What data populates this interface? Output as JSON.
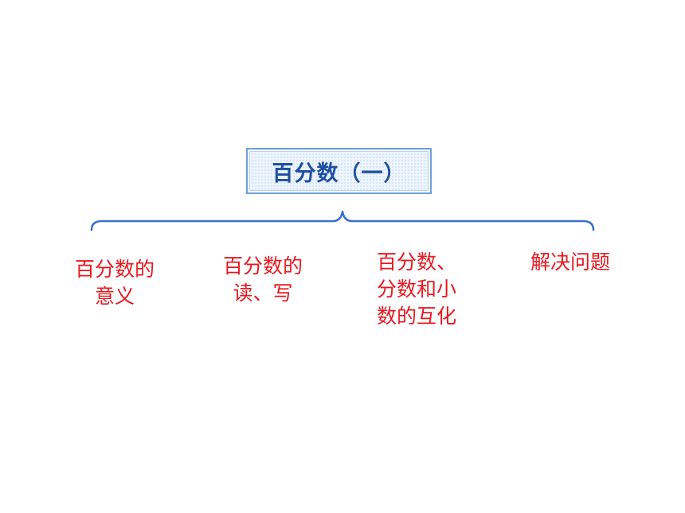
{
  "title": "百分数（一）",
  "colors": {
    "title_text": "#1f4fa3",
    "title_border": "#6f9fd8",
    "brace": "#3b6fd0",
    "branch_text": "#e8181f"
  },
  "branches": [
    {
      "lines": [
        "百分数的",
        "意义"
      ]
    },
    {
      "lines": [
        "百分数的",
        "读、写"
      ]
    },
    {
      "lines": [
        "百分数、",
        "分数和小",
        "数的互化"
      ]
    },
    {
      "lines": [
        "解决问题"
      ]
    }
  ]
}
